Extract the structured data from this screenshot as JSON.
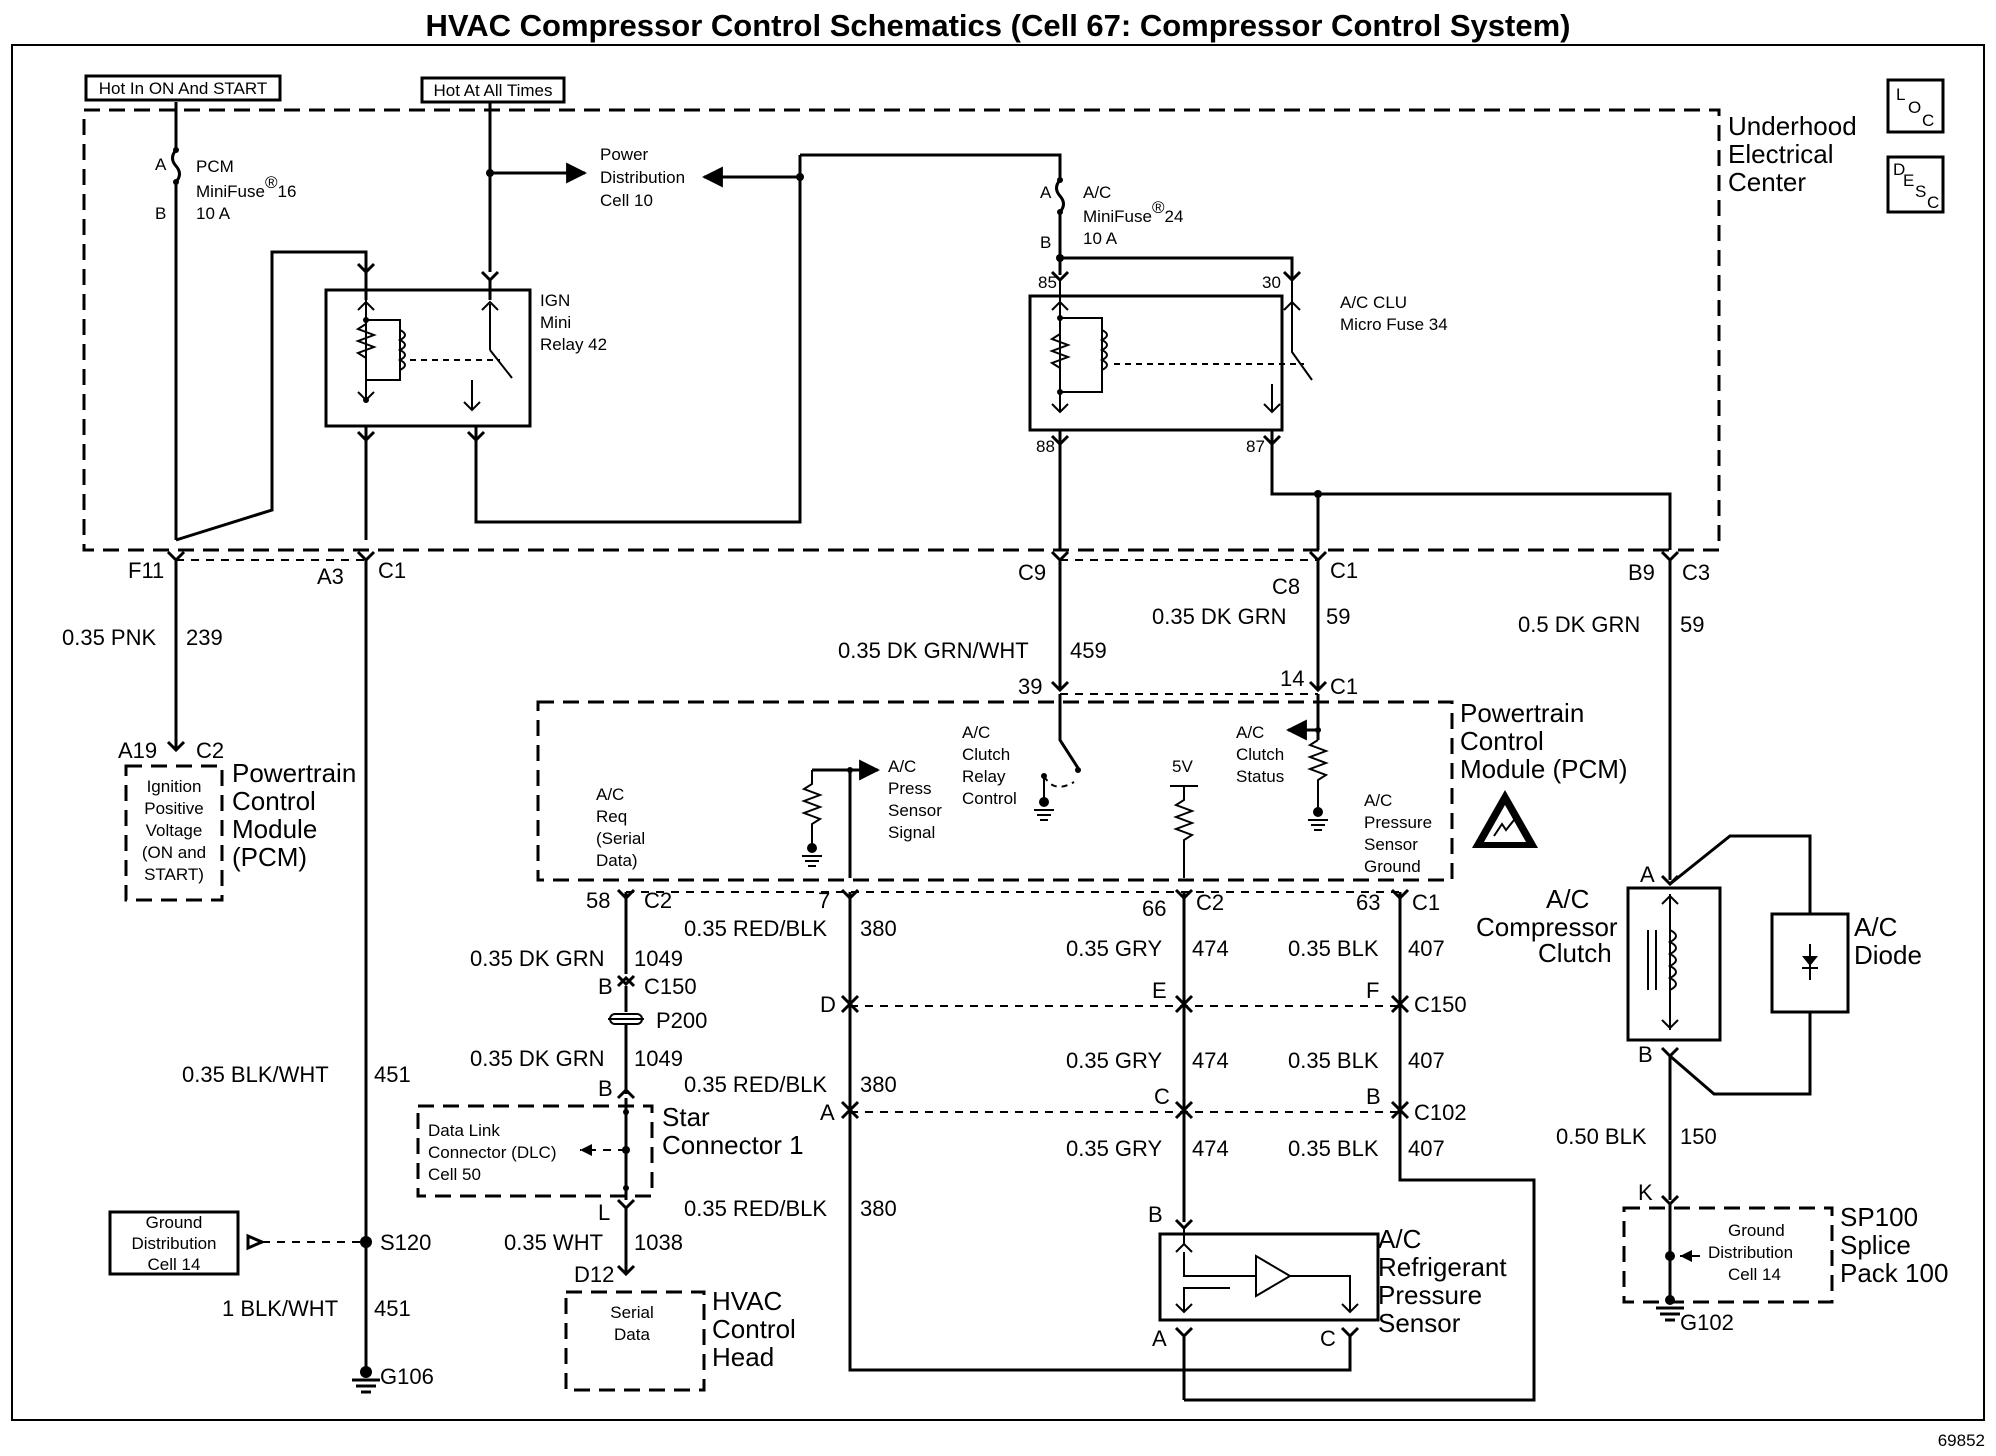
{
  "title": "HVAC Compressor Control Schematics (Cell 67: Compressor Control System)",
  "figure_number": "69852",
  "power_labels": {
    "hot_on_start": "Hot In ON And START",
    "hot_always": "Hot At All Times"
  },
  "legend": {
    "loc": [
      "L",
      "O",
      "C"
    ],
    "desc": [
      "D",
      "E",
      "S",
      "C"
    ]
  },
  "underhood": {
    "l1": "Underhood",
    "l2": "Electrical",
    "l3": "Center"
  },
  "fuse16": {
    "pin_a": "A",
    "pin_b": "B",
    "l1": "PCM",
    "l2": "MiniFuse",
    "reg": "®",
    "num": "16",
    "l3": "10 A"
  },
  "power_dist": {
    "l1": "Power",
    "l2": "Distribution",
    "l3": "Cell 10"
  },
  "fuse24": {
    "pin_a": "A",
    "pin_b": "B",
    "l1": "A/C",
    "l2": "MiniFuse",
    "reg": "®",
    "num": "24",
    "l3": "10 A"
  },
  "ign_relay": {
    "l1": "IGN",
    "l2": "Mini",
    "l3": "Relay 42"
  },
  "ac_clu": {
    "l1": "A/C CLU",
    "l2": "Micro Fuse 34",
    "p85": "85",
    "p30": "30",
    "p88": "88",
    "p87": "87"
  },
  "conn_top": {
    "f11": "F11",
    "a3": "A3",
    "c1a": "C1",
    "c9": "C9",
    "c8": "C8",
    "c1b": "C1",
    "b9": "B9",
    "c3": "C3"
  },
  "wires": {
    "w239_g": "0.35 PNK",
    "w239_n": "239",
    "w459_g": "0.35 DK GRN/WHT",
    "w459_n": "459",
    "w59a_g": "0.35 DK GRN",
    "w59a_n": "59",
    "w59b_g": "0.5 DK GRN",
    "w59b_n": "59",
    "w1049a_g": "0.35 DK GRN",
    "w1049a_n": "1049",
    "w1049b_g": "0.35 DK GRN",
    "w1049b_n": "1049",
    "w451a_g": "0.35 BLK/WHT",
    "w451a_n": "451",
    "w451b_g": "1 BLK/WHT",
    "w451b_n": "451",
    "w380a_g": "0.35 RED/BLK",
    "w380a_n": "380",
    "w380b_g": "0.35 RED/BLK",
    "w380b_n": "380",
    "w380c_g": "0.35 RED/BLK",
    "w380c_n": "380",
    "w474a_g": "0.35 GRY",
    "w474a_n": "474",
    "w474b_g": "0.35 GRY",
    "w474b_n": "474",
    "w474c_g": "0.35 GRY",
    "w474c_n": "474",
    "w407a_g": "0.35 BLK",
    "w407a_n": "407",
    "w407b_g": "0.35 BLK",
    "w407b_n": "407",
    "w407c_g": "0.35 BLK",
    "w407c_n": "407",
    "w1038_g": "0.35 WHT",
    "w1038_n": "1038",
    "w150_g": "0.50 BLK",
    "w150_n": "150"
  },
  "pcm_left": {
    "a19": "A19",
    "c2": "C2",
    "l1": "Ignition",
    "l2": "Positive",
    "l3": "Voltage",
    "l4": "(ON and",
    "l5": "START)",
    "n1": "Powertrain",
    "n2": "Control",
    "n3": "Module",
    "n4": "(PCM)"
  },
  "pcm_main": {
    "n1": "Powertrain",
    "n2": "Control",
    "n3": "Module (PCM)",
    "p39": "39",
    "p14": "14",
    "c1": "C1",
    "req": [
      "A/C",
      "Req",
      "(Serial",
      "Data)"
    ],
    "press": [
      "A/C",
      "Press",
      "Sensor",
      "Signal"
    ],
    "relay": [
      "A/C",
      "Clutch",
      "Relay",
      "Control"
    ],
    "v5": "5V",
    "status": [
      "A/C",
      "Clutch",
      "Status"
    ],
    "ground": [
      "A/C",
      "Pressure",
      "Sensor",
      "Ground"
    ],
    "p58": "58",
    "c2a": "C2",
    "p7": "7",
    "p66": "66",
    "c2b": "C2",
    "p63": "63",
    "c1b": "C1"
  },
  "c150": {
    "b": "B",
    "name": "C150",
    "d": "D",
    "e": "E",
    "f": "F",
    "name2": "C150"
  },
  "p200": "P200",
  "c102": {
    "a": "A",
    "c": "C",
    "b": "B",
    "name": "C102"
  },
  "star": {
    "b": "B",
    "l": "L",
    "l1": "Star",
    "l2": "Connector 1"
  },
  "dlc": {
    "l1": "Data Link",
    "l2": "Connector (DLC)",
    "l3": "Cell 50"
  },
  "hvac": {
    "d12": "D12",
    "l1": "Serial",
    "l2": "Data",
    "n1": "HVAC",
    "n2": "Control",
    "n3": "Head"
  },
  "ground_left": {
    "l1": "Ground",
    "l2": "Distribution",
    "l3": "Cell 14",
    "s120": "S120",
    "g106": "G106"
  },
  "sensor": {
    "b": "B",
    "a": "A",
    "c": "C",
    "l1": "A/C",
    "l2": "Refrigerant",
    "l3": "Pressure",
    "l4": "Sensor"
  },
  "compressor": {
    "a": "A",
    "b": "B",
    "l1": "A/C",
    "l2": "Compressor",
    "l3": "Clutch",
    "d1": "A/C",
    "d2": "Diode"
  },
  "splice": {
    "k": "K",
    "l1": "Ground",
    "l2": "Distribution",
    "l3": "Cell 14",
    "n1": "SP100",
    "n2": "Splice",
    "n3": "Pack 100",
    "g102": "G102"
  }
}
